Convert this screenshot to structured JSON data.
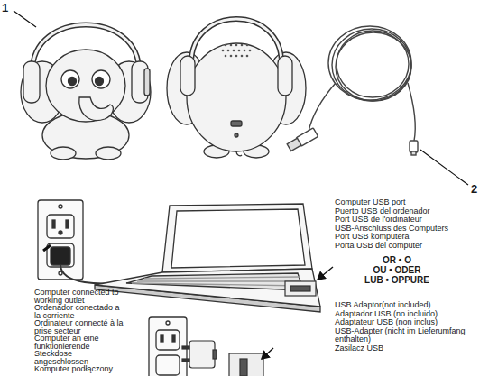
{
  "diagram": {
    "labels": [
      "1",
      "2",
      "Computer USB port",
      "Puerto USB del ordenador",
      "Port USB de l'ordinateur",
      "USB-Anschluss des Computers",
      "Port USB komputera",
      "Porta USB del computer",
      "OR • O",
      "OU • ODER",
      "LUB • OPPURE",
      "Computer connected to working outlet",
      "Ordenador conectado a la corriente",
      "Ordinateur connecté à la prise secteur",
      "Computer an eine funktionierende Steckdose angeschlossen",
      "Komputer podłączony",
      "USB Adaptor(not included)",
      "Adaptador USB (no incluido)",
      "Adaptateur USB (non inclus)",
      "USB-Adapter (nicht im Lieferumfang enthalten)",
      "Zasilacz USB"
    ]
  }
}
